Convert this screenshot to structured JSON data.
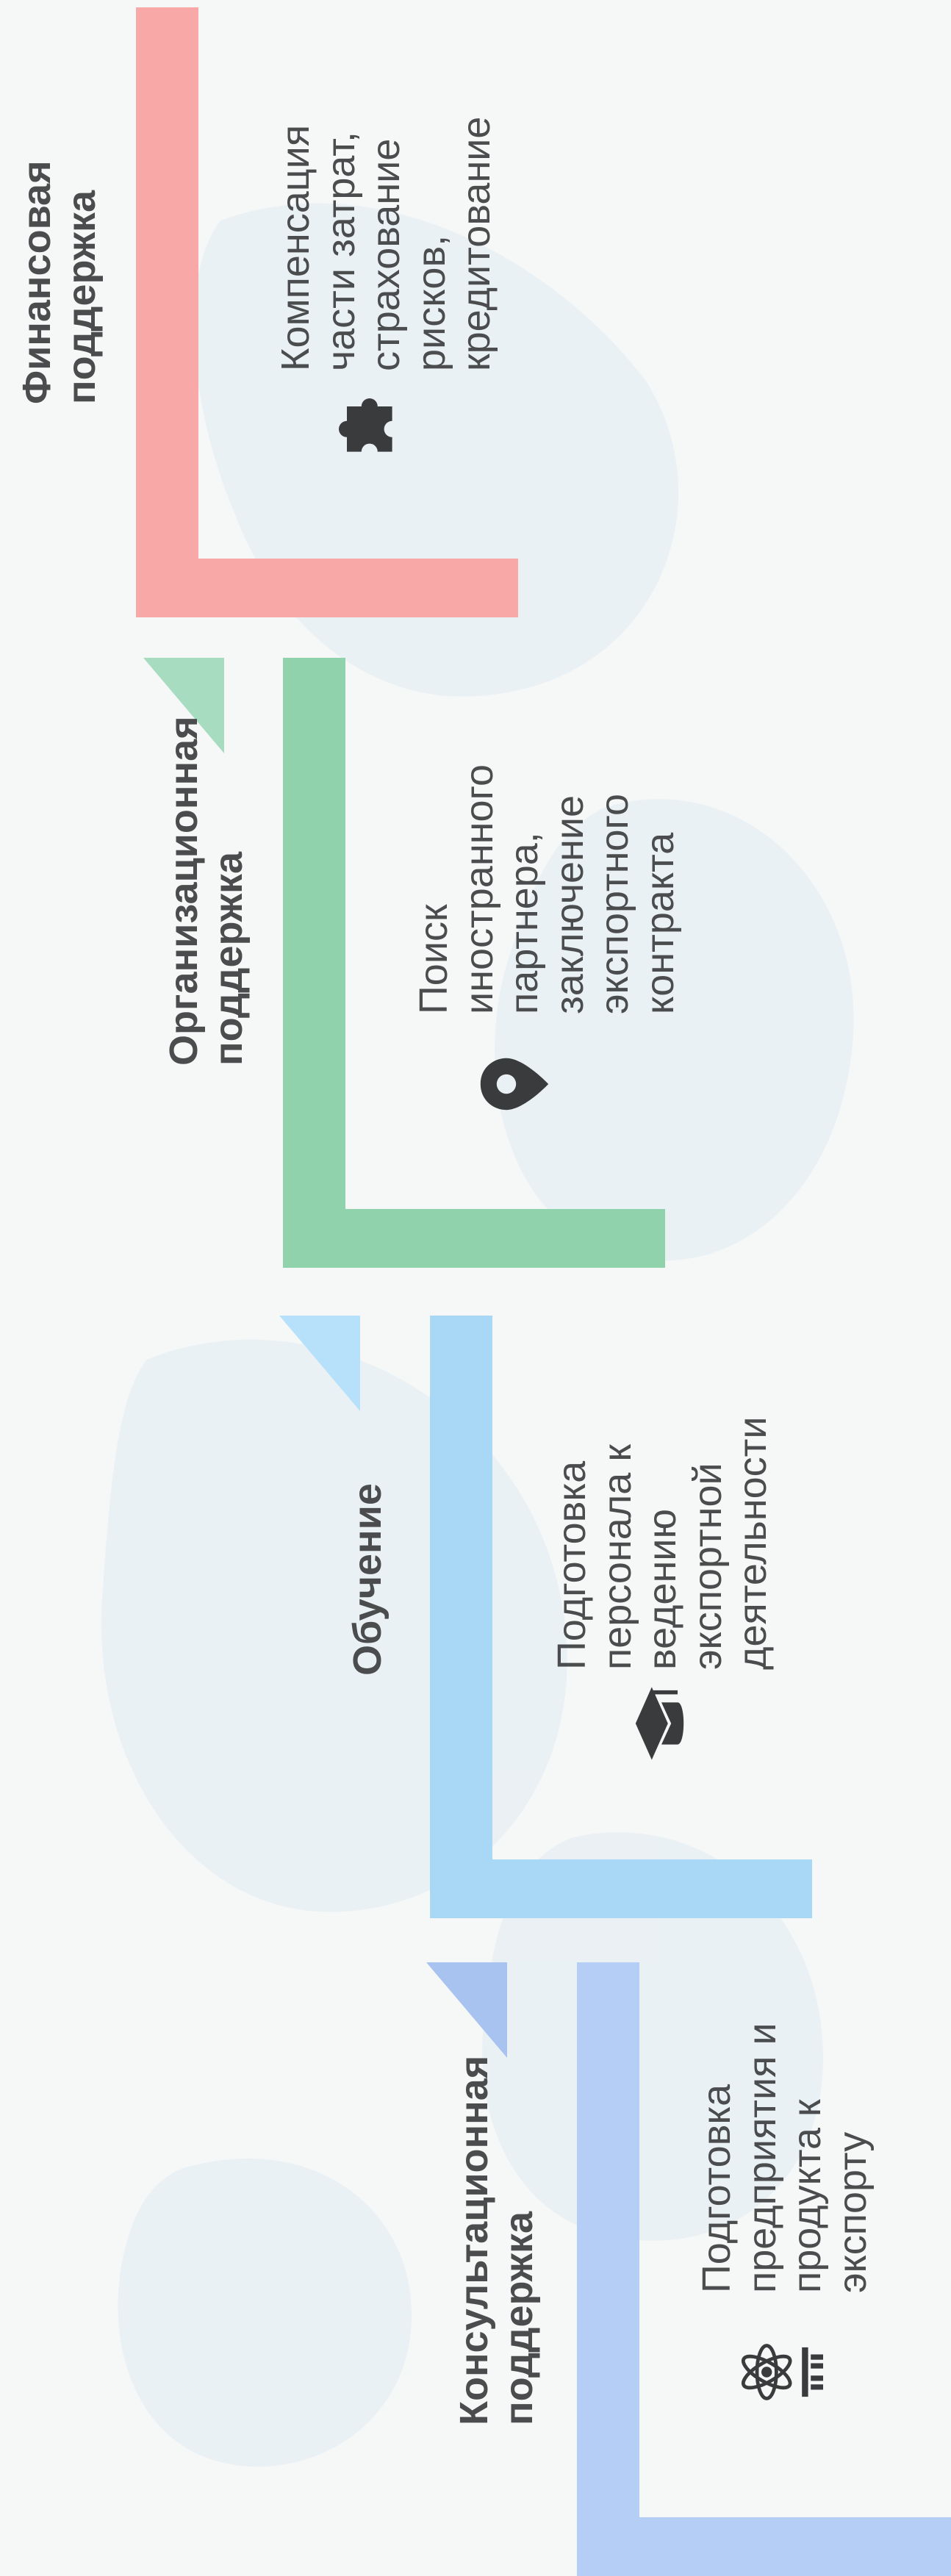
{
  "colors": {
    "background": "#f6f7f7",
    "text": "#4a4c4e",
    "icon": "#3a3b3d",
    "financial": "#f9a8a8",
    "organizational": "#8fd2ac",
    "training": "#a9d8f7",
    "consulting": "#b5cef6",
    "organizational_tab": "#a7dcc0",
    "training_tab": "#b7e0fb",
    "consulting_tab": "#a9c3f0"
  },
  "steps": [
    {
      "id": "financial",
      "title_lines": [
        "Финансовая",
        "поддержка"
      ],
      "description_lines": [
        "Компенсация",
        "части затрат,",
        "страхование",
        "рисков,",
        "кредитование"
      ],
      "icon": "puzzle-icon"
    },
    {
      "id": "organizational",
      "title_lines": [
        "Организационная",
        "поддержка"
      ],
      "description_lines": [
        "Поиск",
        "иностранного",
        "партнера,",
        "заключение",
        "экспортного",
        "контракта"
      ],
      "icon": "map-pin-icon"
    },
    {
      "id": "training",
      "title_lines": [
        "Обучение"
      ],
      "description_lines": [
        "Подготовка",
        "персонала к",
        "ведению",
        "экспортной",
        "деятельности"
      ],
      "icon": "graduation-cap-icon"
    },
    {
      "id": "consulting",
      "title_lines": [
        "Консультационная",
        "поддержка"
      ],
      "description_lines": [
        "Подготовка",
        "предприятия и",
        "продукта к",
        "экспорту"
      ],
      "icon": "atom-award-icon"
    }
  ]
}
